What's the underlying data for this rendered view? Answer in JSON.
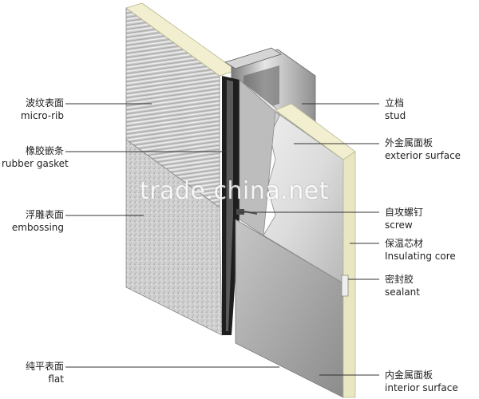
{
  "labels_left": [
    {
      "cn": "波纹表面",
      "en": "micro-rib"
    },
    {
      "cn": "橡胶嵌条",
      "en": "rubber gasket"
    },
    {
      "cn": "浮雕表面",
      "en": "embossing"
    },
    {
      "cn": "纯平表面",
      "en": "flat"
    }
  ],
  "labels_right": [
    {
      "cn": "立档",
      "en": "stud"
    },
    {
      "cn": "外金属面板",
      "en": "exterior surface"
    },
    {
      "cn": "自攻螺钉",
      "en": "screw"
    },
    {
      "cn": "保温芯材",
      "en": "Insulating core"
    },
    {
      "cn": "密封胶",
      "en": "sealant"
    },
    {
      "cn": "内金属面板",
      "en": "interior surface"
    }
  ],
  "watermark": "trade.china.net",
  "colors": {
    "panel_light": "#e4e4e4",
    "panel_dark": "#9c9c9c",
    "core": "#f1efcf",
    "leader": "#333333"
  }
}
